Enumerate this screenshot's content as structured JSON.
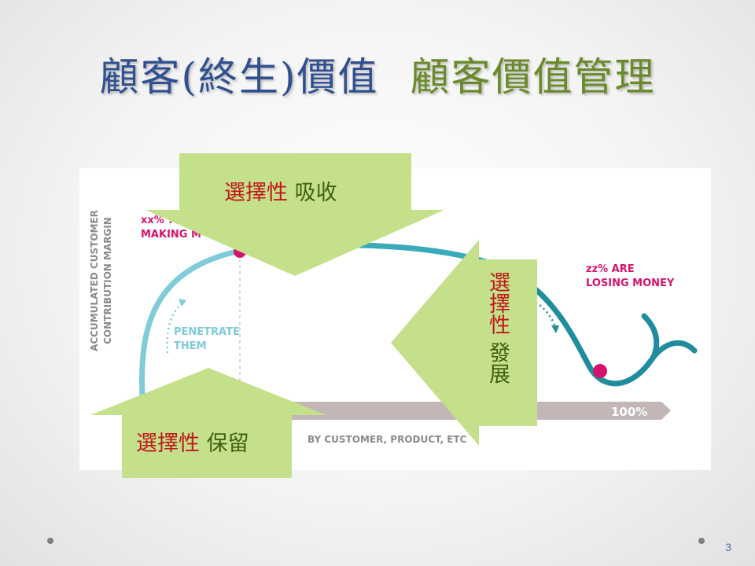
{
  "title": {
    "part1": "顧客(終生)價值",
    "part2": "顧客價值管理"
  },
  "figure": {
    "y_axis_label_line1": "ACCUMULATED CUSTOMER",
    "y_axis_label_line2": "CONTRIBUTION MARGIN",
    "top_label_line1": "xx% ?",
    "top_label_line2": "MAKING M",
    "penetrate_line1": "PENETRATE",
    "penetrate_line2": "THEM",
    "losing_line1": "zz% ARE",
    "losing_line2": "LOSING MONEY",
    "axis_end_label": "100%",
    "x_axis_label": "BY CUSTOMER, PRODUCT, ETC"
  },
  "callouts": {
    "top": {
      "red": "選擇性",
      "green": "吸收"
    },
    "right": {
      "red": "選擇性",
      "green": "發展"
    },
    "bottom": {
      "red": "選擇性",
      "green": "保留"
    }
  },
  "colors": {
    "title_blue": "#2f4f8f",
    "title_green": "#6a8a2a",
    "callout_fill": "#c5e08a",
    "curve_light": "#7fcbd8",
    "curve_dark": "#1f8d9d",
    "magenta": "#d6136c",
    "axis_bar": "#c2b6b6"
  },
  "page_number": "3"
}
